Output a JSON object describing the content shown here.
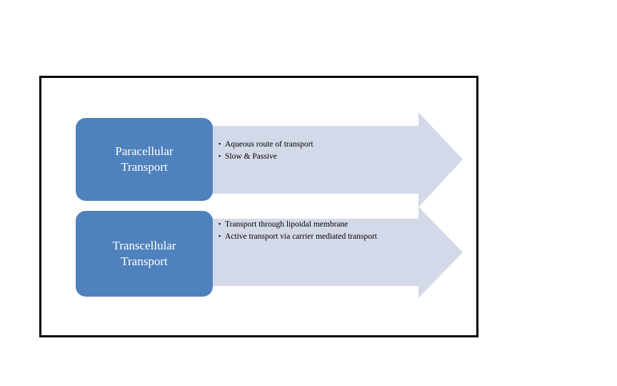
{
  "slide": {
    "background_color": "#FFFFFF",
    "border_color": "#000000",
    "accent_blue": "#4F81BD",
    "arrow_fill": "#D3D9E8",
    "label_text_color": "#FFFFFF",
    "body_text_color": "#000000"
  },
  "diagram": {
    "type": "process-arrow-list",
    "rows": [
      {
        "label": "Paracellular\nTransport",
        "label_line1": "Paracellular",
        "label_line2": "Transport",
        "bullet_marker": "▪",
        "bullets": [
          "Aqueous route of  transport",
          "Slow & Passive"
        ]
      },
      {
        "label": "Transcellular\nTransport",
        "label_line1": "Transcellular",
        "label_line2": "Transport",
        "bullet_marker": "▪",
        "bullets": [
          "Transport through lipoidal membrane",
          "Active transport via carrier mediated transport"
        ]
      }
    ]
  }
}
